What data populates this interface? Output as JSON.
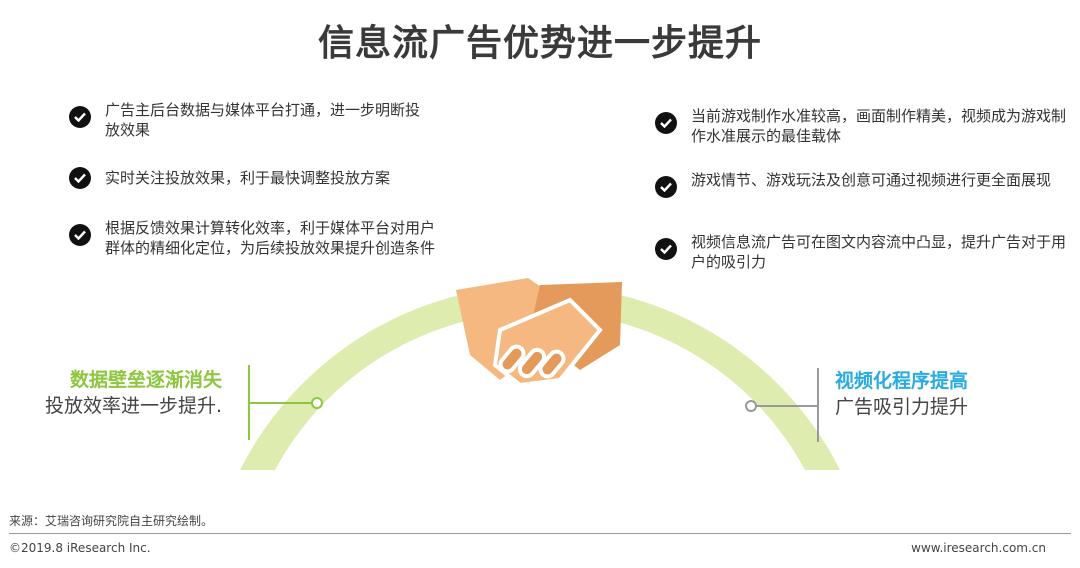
{
  "title": "信息流广告优势进一步提升",
  "left_points": [
    "广告主后台数据与媒体平台打通，进一步明断投放效果",
    "实时关注投放效果，利于最快调整投放方案",
    "根据反馈效果计算转化效率，利于媒体平台对用户群体的精细化定位，为后续投放效果提升创造条件"
  ],
  "right_points": [
    "当前游戏制作水准较高，画面制作精美，视频成为游戏制作水准展示的最佳载体",
    "游戏情节、游戏玩法及创意可通过视频进行更全面展现",
    "视频信息流广告可在图文内容流中凸显，提升广告对于用户的吸引力"
  ],
  "left_label": {
    "heading": "数据壁垒逐渐消失",
    "sub": "投放效率进一步提升."
  },
  "right_label": {
    "heading": "视频化程序提高",
    "sub": "广告吸引力提升"
  },
  "footer": {
    "source": "来源：艾瑞咨询研究院自主研究绘制。",
    "copyright": "©2019.8 iResearch Inc.",
    "url": "www.iresearch.com.cn"
  },
  "colors": {
    "green": "#8dc63f",
    "blue": "#29abe2",
    "arc": "#dfecb0",
    "hand_light": "#f5b880",
    "hand_dark": "#e39a5a"
  }
}
